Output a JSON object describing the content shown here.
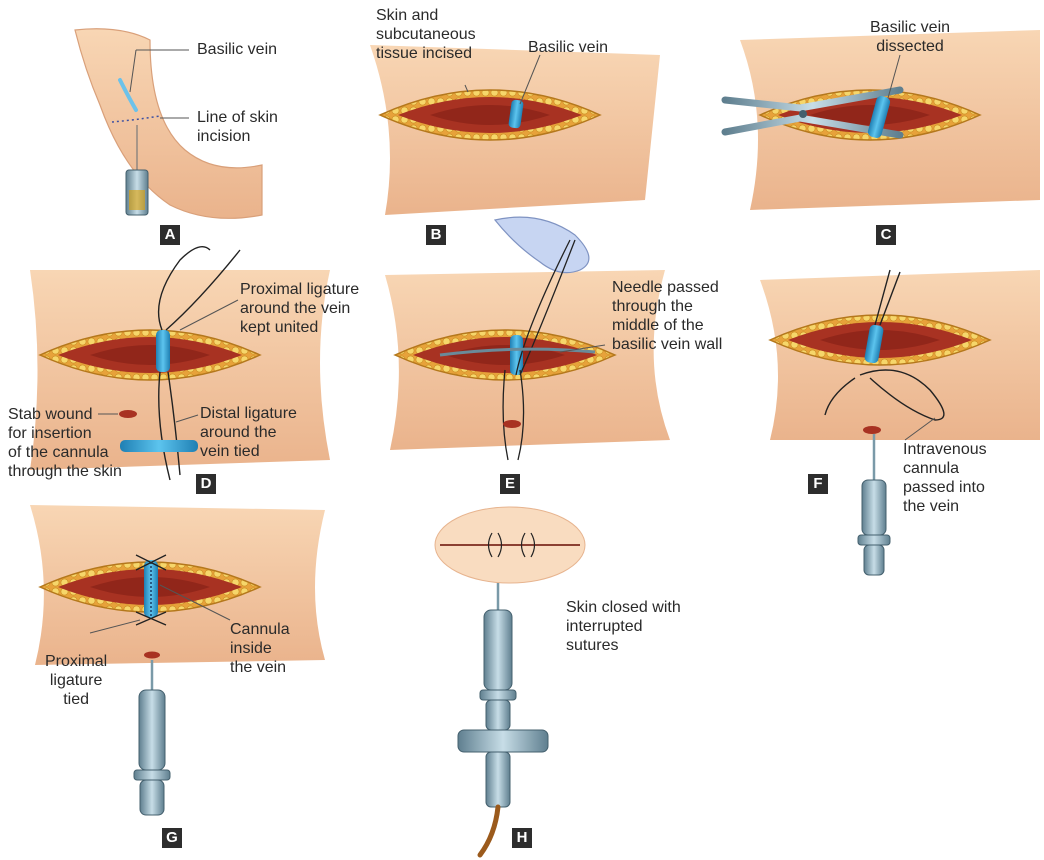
{
  "panels": [
    {
      "letter": "A",
      "labels": {
        "basilic_vein": "Basilic vein",
        "line_of_incision": "Line of skin\nincision"
      }
    },
    {
      "letter": "B",
      "labels": {
        "skin_incised": "Skin and\nsubcutaneous\ntissue incised",
        "basilic_vein": "Basilic vein"
      }
    },
    {
      "letter": "C",
      "labels": {
        "vein_dissected": "Basilic vein\ndissected"
      }
    },
    {
      "letter": "D",
      "labels": {
        "proximal_ligature": "Proximal ligature\naround the vein\nkept united",
        "stab_wound": "Stab wound\nfor insertion\nof the cannula\nthrough the skin",
        "distal_ligature": "Distal ligature\naround the\nvein tied"
      }
    },
    {
      "letter": "E",
      "labels": {
        "needle_passed": "Needle passed\nthrough the\nmiddle of the\nbasilic vein wall"
      }
    },
    {
      "letter": "F",
      "labels": {
        "cannula_passed": "Intravenous\ncannula\npassed into\nthe vein"
      }
    },
    {
      "letter": "G",
      "labels": {
        "proximal_tied": "Proximal\nligature\ntied",
        "cannula_inside": "Cannula\ninside\nthe vein"
      }
    },
    {
      "letter": "H",
      "labels": {
        "skin_closed": "Skin closed with\ninterrupted\nsutures"
      }
    }
  ],
  "colors": {
    "skin": "#f7cfaa",
    "skin_shade": "#e9b088",
    "fat": "#f2c94c",
    "fat_outline": "#c8861a",
    "wound": "#a83222",
    "wound_deep": "#7d1d14",
    "vein": "#3aa7d6",
    "instrument": "#8fb3c4",
    "label_badge": "#2d2d2d"
  }
}
